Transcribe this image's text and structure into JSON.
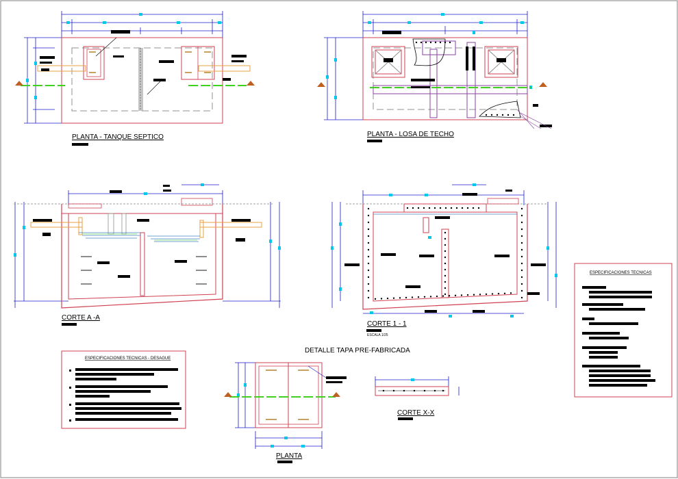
{
  "colors": {
    "outline": "#d04050",
    "dimension": "#1a1acc",
    "dimension_mark": "#00c8e8",
    "pipe": "#e8a040",
    "ground": "#40d020",
    "reinforcement": "#8a40a0",
    "redacted": "#000000"
  },
  "drawings": {
    "plan_tank": {
      "title": "PLANTA - TANQUE SEPTICO"
    },
    "plan_roof": {
      "title": "PLANTA - LOSA DE TECHO"
    },
    "section_aa": {
      "title": "CORTE A -A"
    },
    "section_11": {
      "title": "CORTE 1 - 1",
      "scale": "ESCALA 1/25"
    },
    "lid_detail": {
      "title": "DETALLE  TAPA PRE-FABRICADA"
    },
    "lid_plan": {
      "title": "PLANTA"
    },
    "lid_section": {
      "title": "CORTE X-X"
    }
  },
  "spec_panels": {
    "right": {
      "title": "ESPECIFICACIONES TECNICAS"
    },
    "bottom_left": {
      "title": "ESPECIFICACIONES TECNICAS - DESAGUE"
    }
  }
}
